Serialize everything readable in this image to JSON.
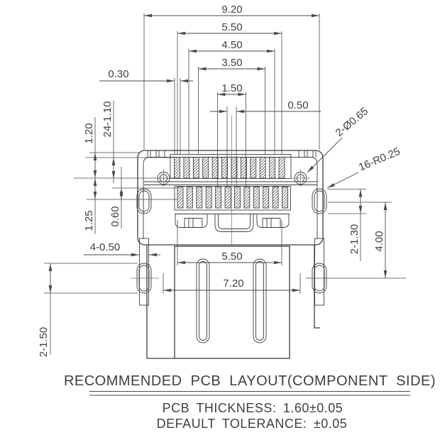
{
  "drawing": {
    "title": "RECOMMENDED PCB LAYOUT(COMPONENT SIDE)",
    "notes": {
      "pcb_thickness": "PCB THICKNESS: 1.60±0.05",
      "default_tolerance": "DEFAULT TOLERANCE: ±0.05"
    },
    "dimensions": {
      "overall_width": "9.20",
      "pad_row_span": "5.50",
      "span_450": "4.50",
      "span_350": "3.50",
      "span_150": "1.50",
      "pad_pitch": "0.50",
      "pad_width": "0.30",
      "hole_offset": "1.20",
      "pads": "24-1.10",
      "row_offset": "1.25",
      "row_gap": "0.60",
      "shell_legs": "4-0.50",
      "lower_side_pads": "2-1.50",
      "holes": "2-Ø0.65",
      "side_pad_radius": "16-R0.25",
      "side_pad_height": "2-1.30",
      "side_pad_spacing": "4.00",
      "slot_span": "5.50",
      "leg_span": "7.20"
    },
    "features": {
      "top_pad_count": 12,
      "bottom_pad_count": 12,
      "mounting_hole_count": 2,
      "slot_count": 2
    },
    "colors": {
      "line": "#3c3c3c",
      "dimension": "#4a4a4a",
      "text": "#3f3f3f",
      "background": "#ffffff"
    }
  }
}
